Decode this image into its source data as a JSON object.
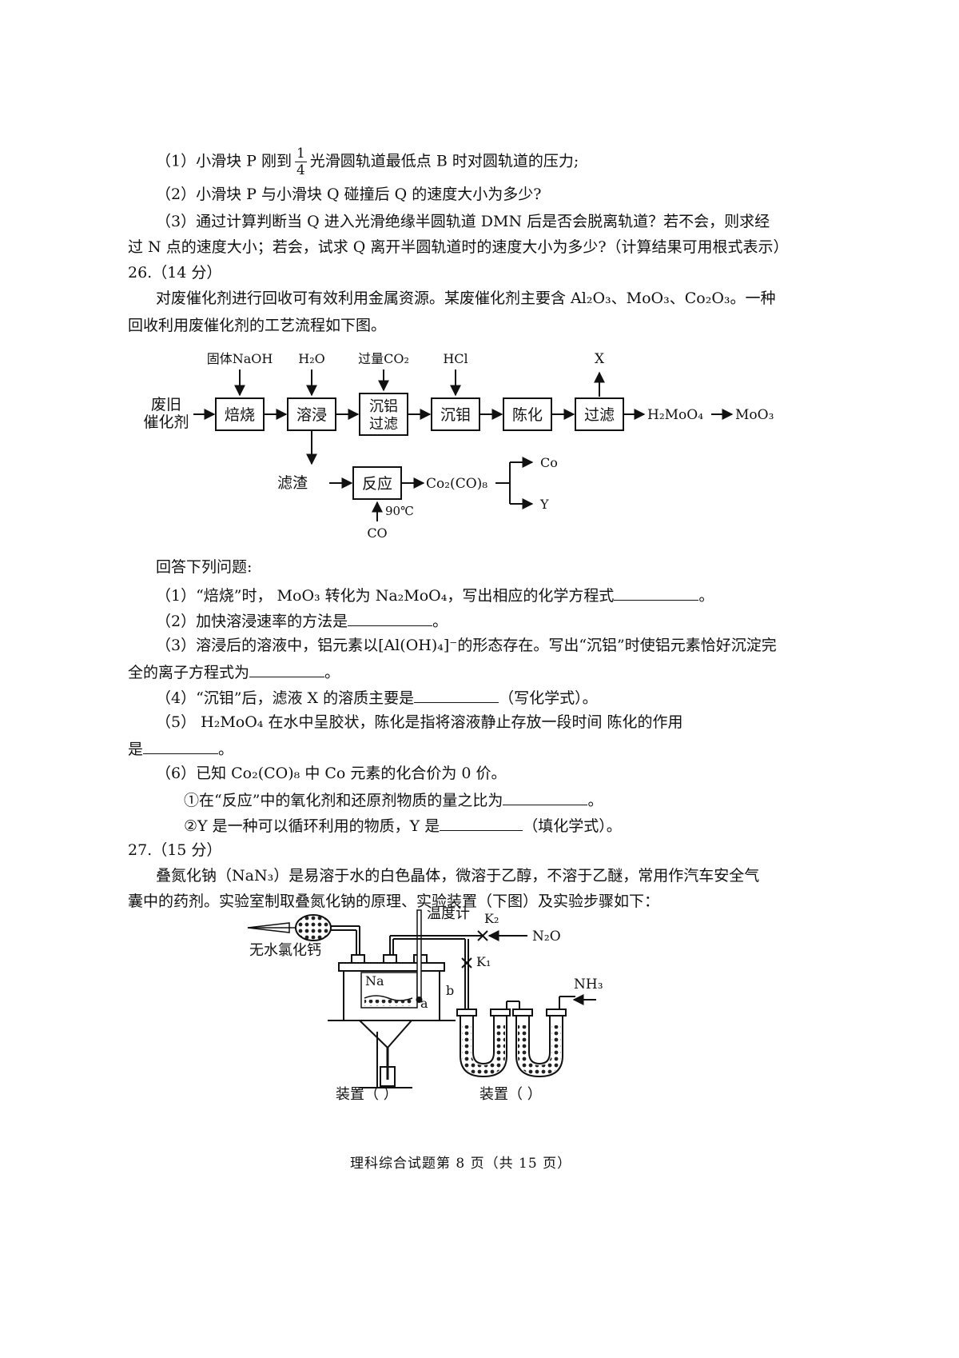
{
  "q25_parts": {
    "p1_pre": "（1）小滑块 P 刚到",
    "frac_num": "1",
    "frac_den": "4",
    "p1_post": "光滑圆轨道最低点 B 时对圆轨道的压力;",
    "p2": "（2）小滑块 P 与小滑块 Q 碰撞后 Q 的速度大小为多少?",
    "p3a": "（3）通过计算判断当 Q 进入光滑绝缘半圆轨道 DMN 后是否会脱离轨道？若不会，则求经",
    "p3b": "过 N 点的速度大小；若会，试求 Q 离开半圆轨道时的速度大小为多少?（计算结果可用根式表示）"
  },
  "q26": {
    "header": "26.（14 分）",
    "intro_a": "对废催化剂进行回收可有效利用金属资源。某废催化剂主要含 Al₂O₃、MoO₃、Co₂O₃。一种",
    "intro_b": "回收利用废催化剂的工艺流程如下图。",
    "flow": {
      "start_line1": "废旧",
      "start_line2": "催化剂",
      "boxes": [
        "焙烧",
        "溶浸",
        "沉铝",
        "过滤",
        "沉钼",
        "陈化",
        "过滤",
        "反应"
      ],
      "inputs": [
        "固体NaOH",
        "H₂O",
        "过量CO₂",
        "HCl"
      ],
      "output_x": "X",
      "product1": "H₂MoO₄",
      "product2": "MoO₃",
      "residue": "滤渣",
      "reaction_product": "Co₂(CO)₈",
      "branch1": "Co",
      "branch2": "Y",
      "temp": "90℃",
      "gas": "CO"
    },
    "answer_intro": "回答下列问题:",
    "q1_pre": "（1）“焙烧”时， MoO₃ 转化为 Na₂MoO₄，写出相应的化学方程式",
    "q1_post": "。",
    "q2_pre": "（2）加快溶浸速率的方法是",
    "q2_post": "。",
    "q3a": "（3）溶浸后的溶液中，铝元素以[Al(OH)₄]⁻的形态存在。写出“沉铝”时使铝元素恰好沉淀完",
    "q3b_pre": "全的离子方程式为",
    "q3b_post": "。",
    "q4_pre": "（4）“沉钼”后，滤液 X 的溶质主要是",
    "q4_post": "（写化学式）。",
    "q5a": "（5） H₂MoO₄ 在水中呈胶状，陈化是指将溶液静止存放一段时间 陈化的作用",
    "q5b_pre": "是",
    "q5b_post": "。",
    "q6": "（6）已知 Co₂(CO)₈ 中 Co 元素的化合价为 0 价。",
    "q6a_pre": "①在“反应”中的氧化剂和还原剂物质的量之比为",
    "q6a_post": "。",
    "q6b_pre": "②Y 是一种可以循环利用的物质，Y 是",
    "q6b_post": "（填化学式）。"
  },
  "q27": {
    "header": "27.（15 分）",
    "intro_a": "叠氮化钠（NaN₃）是易溶于水的白色晶体，微溶于乙醇，不溶于乙醚，常用作汽车安全气",
    "intro_b": "囊中的药剂。实验室制取叠氮化钠的原理、实验装置（下图）及实验步骤如下：",
    "apparatus": {
      "thermometer": "温度计",
      "k2": "K₂",
      "k1": "K₁",
      "n2o": "N₂O",
      "nh3": "NH₃",
      "drying_agent": "无水氯化钙",
      "sodium": "Na",
      "label_a": "a",
      "label_b": "b",
      "device_left": "装置（ ）",
      "device_right": "装置（ ）"
    }
  },
  "footer": "理科综合试题第 8 页（共 15 页）"
}
